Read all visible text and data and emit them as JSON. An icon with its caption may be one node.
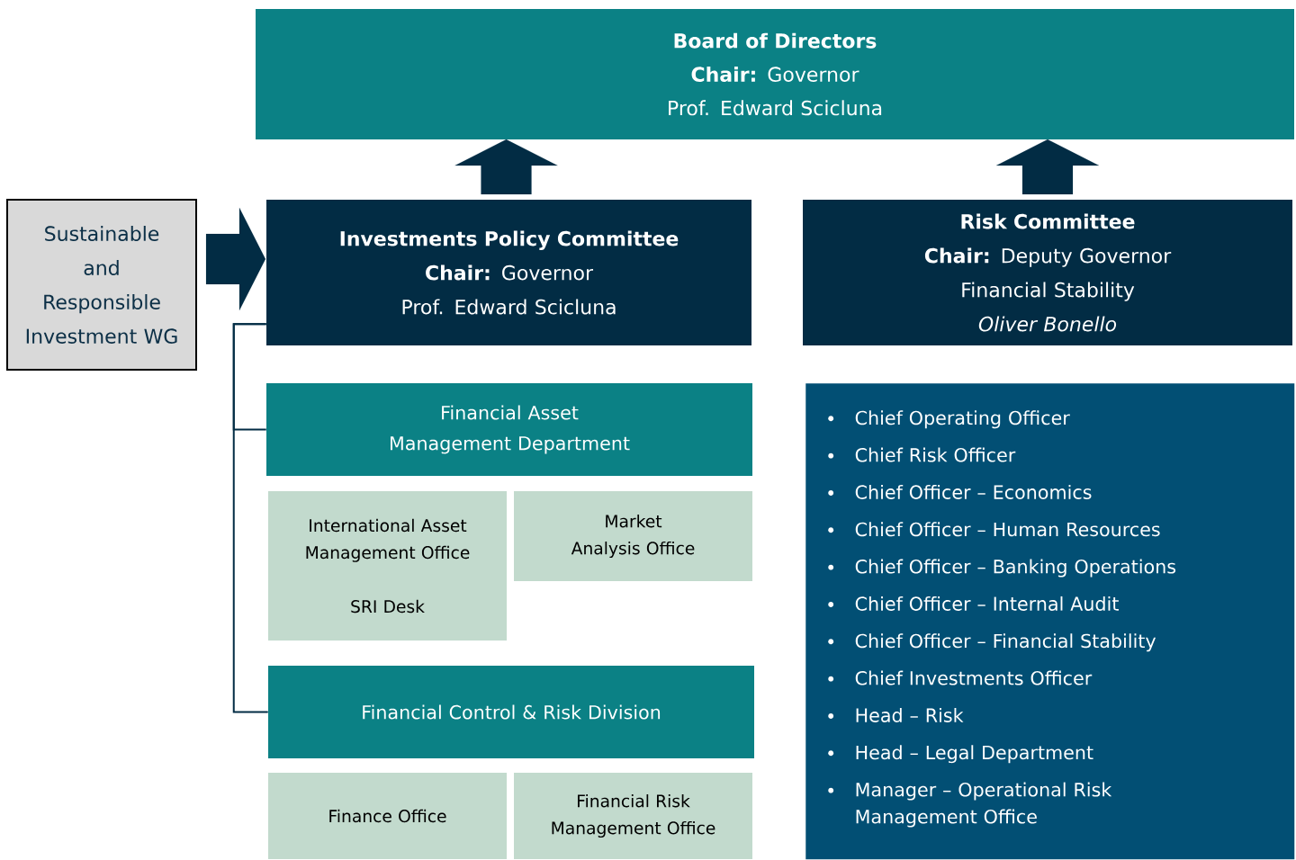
{
  "diagram": {
    "nodes": [
      {
        "text": [
          "Board of Directors",
          "**Chair:** Governor",
          "Prof. Edward Scicluna"
        ]
      },
      {
        "text": [
          "Sustainable and Responsible Investment WG"
        ]
      },
      {
        "text": [
          "Investments Policy Committee",
          "**Chair:** Governor",
          "Prof. Edward Scicluna"
        ]
      },
      {
        "text": [
          "Risk Committee",
          "**Chair:** Deputy Governor Financial Stability",
          "Oliver Bonello"
        ]
      },
      {
        "text": [
          "Financial Asset Management Department"
        ]
      },
      {
        "text": [
          "International Asset Management Office",
          "SRI Desk"
        ]
      },
      {
        "text": [
          "Market Analysis Office"
        ]
      },
      {
        "text": [
          "Financial Control & Risk Division"
        ]
      },
      {
        "text": [
          "Finance Office"
        ]
      },
      {
        "text": [
          "Financial Risk Management Office"
        ]
      },
      {
        "text": [
          "Chief Operating Officer",
          "Chief Risk Officer",
          "Chief Officer – Economics",
          "Chief Officer – Human Resources",
          "Chief Officer – Banking Operations",
          "Chief Officer – Internal Audit",
          "Chief Officer – Financial Stability",
          "Chief Investments Officer",
          "Head – Risk",
          "Head – Legal Department",
          "Manager – Operational Risk Management Office"
        ]
      }
    ],
    "edges": [
      {
        "from": 2,
        "to": 0,
        "arrow": "to",
        "style": "thick"
      },
      {
        "from": 3,
        "to": 0,
        "arrow": "to",
        "style": "thick"
      },
      {
        "from": 1,
        "to": 2,
        "arrow": "to",
        "style": "thick"
      },
      {
        "from": 2,
        "to": 4,
        "arrow": "none"
      },
      {
        "from": 2,
        "to": 7,
        "arrow": "none"
      }
    ]
  }
}
